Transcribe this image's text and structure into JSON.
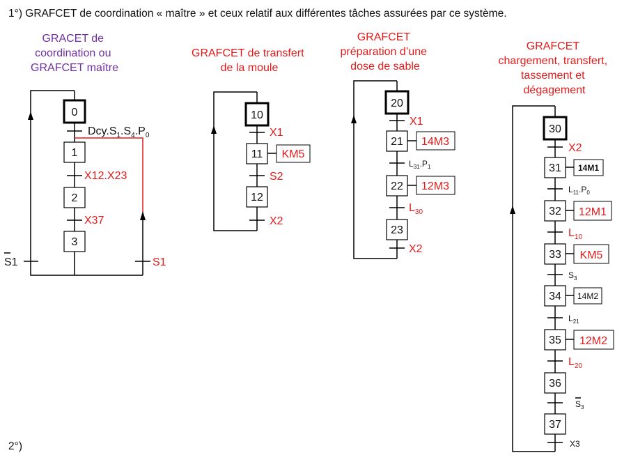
{
  "heading": "1°)  GRAFCET de coordination « maître » et ceux relatif aux différentes tâches assurées par ce système.",
  "footer": "2°)",
  "colors": {
    "accent_red": "#e31b1b",
    "title_purple": "#7030a0"
  },
  "g1": {
    "title": [
      "GRACET de",
      "coordination ou",
      "GRAFCET maître"
    ],
    "steps": [
      "0",
      "1",
      "2",
      "3"
    ],
    "t0": {
      "main": "Dcy.S",
      "s1": "1",
      "a": ".S",
      "s2": "4",
      "b": ".P",
      "s3": "0"
    },
    "t1": "X12.X23",
    "t2": "X37",
    "left": "S1",
    "right": "S1"
  },
  "g2": {
    "title": [
      "GRAFCET de transfert",
      "de la moule"
    ],
    "steps": [
      "10",
      "11",
      "12"
    ],
    "action11": "KM5",
    "t1": "X1",
    "t2": "S2",
    "t3": "X2"
  },
  "g3": {
    "title": [
      "GRAFCET",
      "préparation d’une",
      "dose de sable"
    ],
    "steps": [
      "20",
      "21",
      "22",
      "23"
    ],
    "action21": "14M3",
    "action22": "12M3",
    "t1": "X1",
    "t2": {
      "a": "L",
      "s1": "31",
      "b": ".P",
      "s2": "1"
    },
    "t3": {
      "a": "L",
      "s1": "30"
    },
    "t4": "X2"
  },
  "g4": {
    "title": [
      "GRAFCET",
      "chargement, transfert,",
      "tassement et",
      "dégagement"
    ],
    "steps": [
      "30",
      "31",
      "32",
      "33",
      "34",
      "35",
      "36",
      "37"
    ],
    "actions": {
      "a31": "14M1",
      "a32": "12M1",
      "a33": "KM5",
      "a34": "14M2",
      "a35": "12M2"
    },
    "t1": "X2",
    "t2": {
      "a": "L",
      "s1": "11",
      "b": ".P",
      "s2": "0"
    },
    "t3": {
      "a": "L",
      "s1": "10"
    },
    "t4": {
      "a": "S",
      "s1": "3"
    },
    "t5": {
      "a": "L",
      "s1": "21"
    },
    "t6": {
      "a": "L",
      "s1": "20"
    },
    "t7": {
      "a": "S",
      "s1": "3"
    },
    "t8": "X3"
  }
}
